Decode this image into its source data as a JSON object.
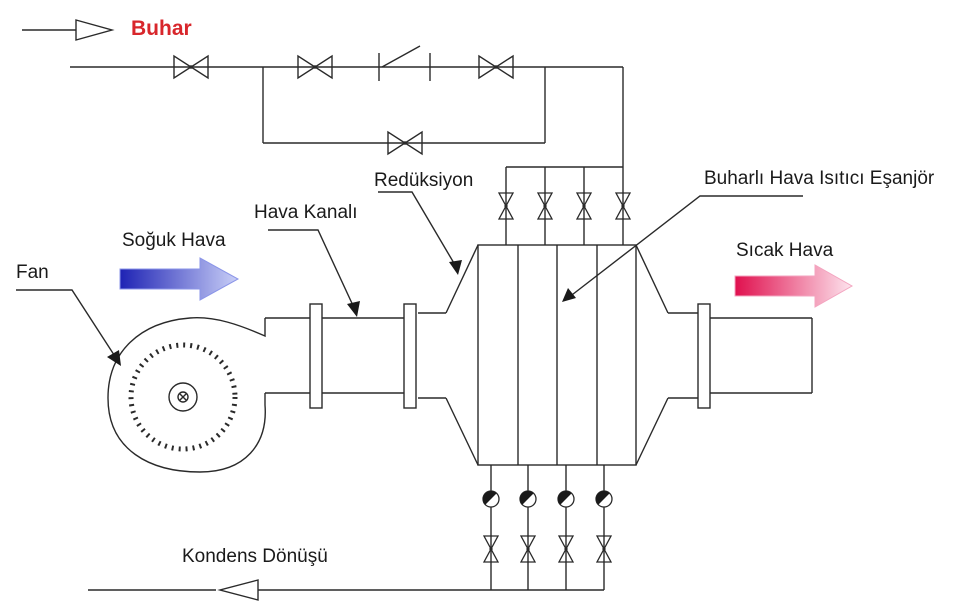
{
  "labels": {
    "steam": "Buhar",
    "reduction": "Redüksiyon",
    "heater": "Buharlı Hava Isıtıcı Eşanjör",
    "duct": "Hava Kanalı",
    "cold_air": "Soğuk Hava",
    "fan": "Fan",
    "hot_air": "Sıcak Hava",
    "condensate": "Kondens Dönüşü"
  },
  "colors": {
    "line": "#2a2a2a",
    "steam_text": "#d8262b",
    "cold_air": "#2b35c8",
    "hot_air": "#e8165a"
  },
  "components": {
    "top_valves": 4,
    "branch_valves": 4,
    "condensate_traps": 4,
    "condensate_valves": 4,
    "heater_sections": 4
  }
}
